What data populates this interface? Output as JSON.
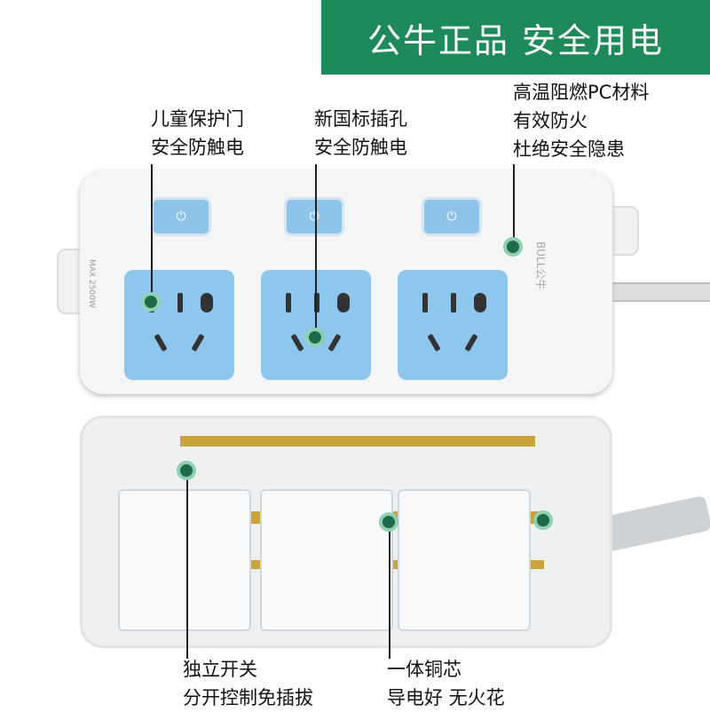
{
  "banner": {
    "title": "公牛正品 安全用电"
  },
  "callouts": {
    "child_door": [
      "儿童保护门",
      "安全防触电"
    ],
    "new_standard": [
      "新国标插孔",
      "安全防触电"
    ],
    "material": [
      "高温阻燃PC材料",
      "有效防火",
      "杜绝安全隐患"
    ],
    "switch": [
      "独立开关",
      "分开控制免插拔"
    ],
    "copper": [
      "一体铜芯",
      "导电好 无火花"
    ]
  },
  "product": {
    "rating": "MAX 2500W",
    "brand": "BULL公牛",
    "switch_symbol": "⏻"
  },
  "colors": {
    "banner": "#1e8a5a",
    "socket": "#8dc7ee",
    "marker": "#1e6b4a"
  }
}
